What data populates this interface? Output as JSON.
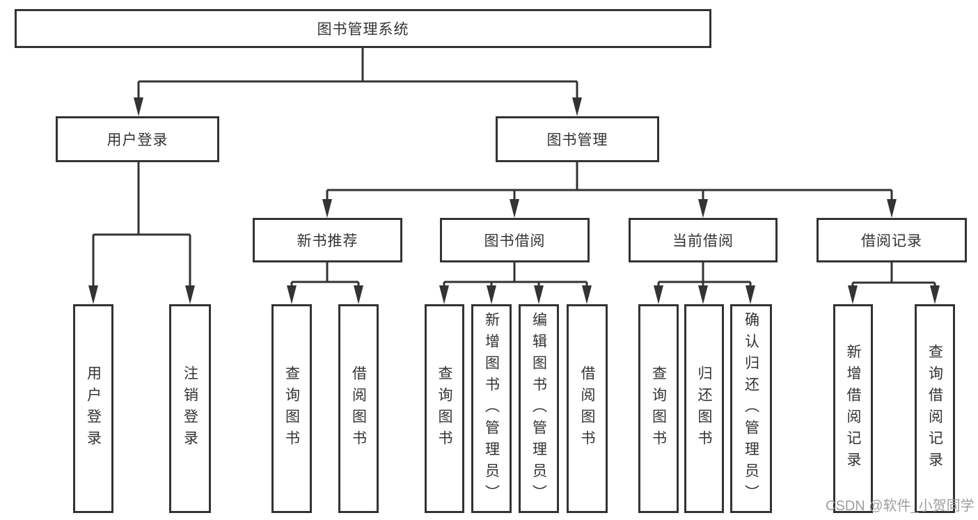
{
  "root": {
    "label": "图书管理系统"
  },
  "user_login": {
    "label": "用户登录",
    "children": [
      {
        "label": "用户登录"
      },
      {
        "label": "注销登录"
      }
    ]
  },
  "book_mgmt": {
    "label": "图书管理"
  },
  "new_book_rec": {
    "label": "新书推荐",
    "children": [
      {
        "label": "查询图书"
      },
      {
        "label": "借阅图书"
      }
    ]
  },
  "book_borrow": {
    "label": "图书借阅",
    "children": [
      {
        "label": "查询图书"
      },
      {
        "label": "新增图书（管理员）"
      },
      {
        "label": "编辑图书（管理员）"
      },
      {
        "label": "借阅图书"
      }
    ]
  },
  "current_borrow": {
    "label": "当前借阅",
    "children": [
      {
        "label": "查询图书"
      },
      {
        "label": "归还图书"
      },
      {
        "label": "确认归还（管理员）"
      }
    ]
  },
  "borrow_records": {
    "label": "借阅记录",
    "children": [
      {
        "label": "新增借阅记录"
      },
      {
        "label": "查询借阅记录"
      }
    ]
  },
  "watermark": {
    "label": "CSDN @软件_小贺同学"
  },
  "colors": {
    "line": "#333333",
    "text": "#333333",
    "box_background": "#ffffff",
    "page_background": "#ffffff",
    "watermark": "#9e9e9e"
  }
}
